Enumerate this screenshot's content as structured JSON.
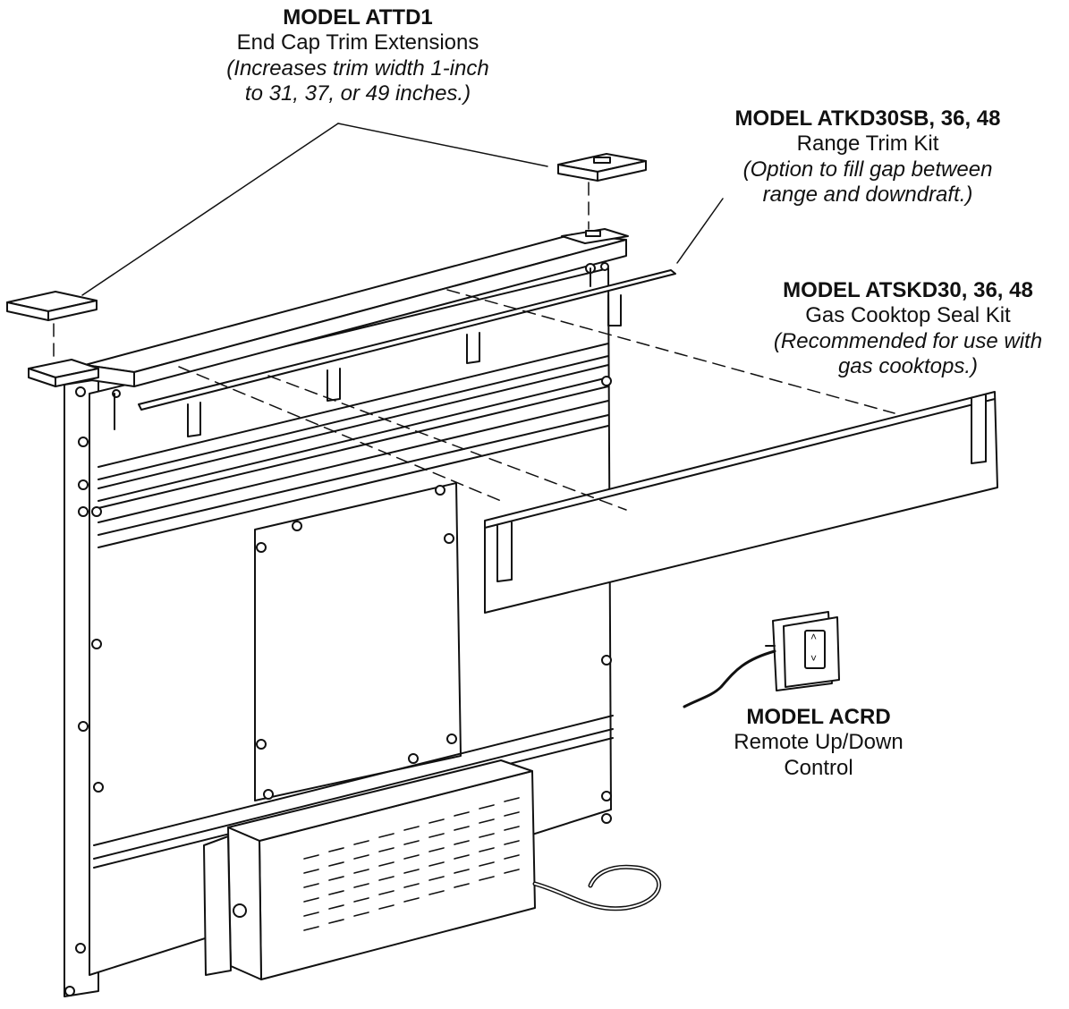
{
  "callouts": {
    "attd1": {
      "model": "MODEL ATTD1",
      "desc": "End Cap Trim Extensions",
      "note1": "(Increases trim width 1-inch",
      "note2": "to 31, 37, or 49 inches.)"
    },
    "atkd": {
      "model": "MODEL ATKD30SB, 36, 48",
      "desc": "Range Trim Kit",
      "note1": "(Option to fill gap between",
      "note2": "range and downdraft.)"
    },
    "atskd": {
      "model": "MODEL ATSKD30, 36, 48",
      "desc": "Gas Cooktop Seal Kit",
      "note1": "(Recommended for use with",
      "note2": "gas cooktops.)"
    },
    "acrd": {
      "model": "MODEL ACRD",
      "desc1": "Remote Up/Down",
      "desc2": "Control"
    }
  },
  "colors": {
    "line": "#111111",
    "background": "#ffffff"
  },
  "icons": {
    "switch_up": "chevron-up-icon",
    "switch_down": "chevron-down-icon"
  }
}
